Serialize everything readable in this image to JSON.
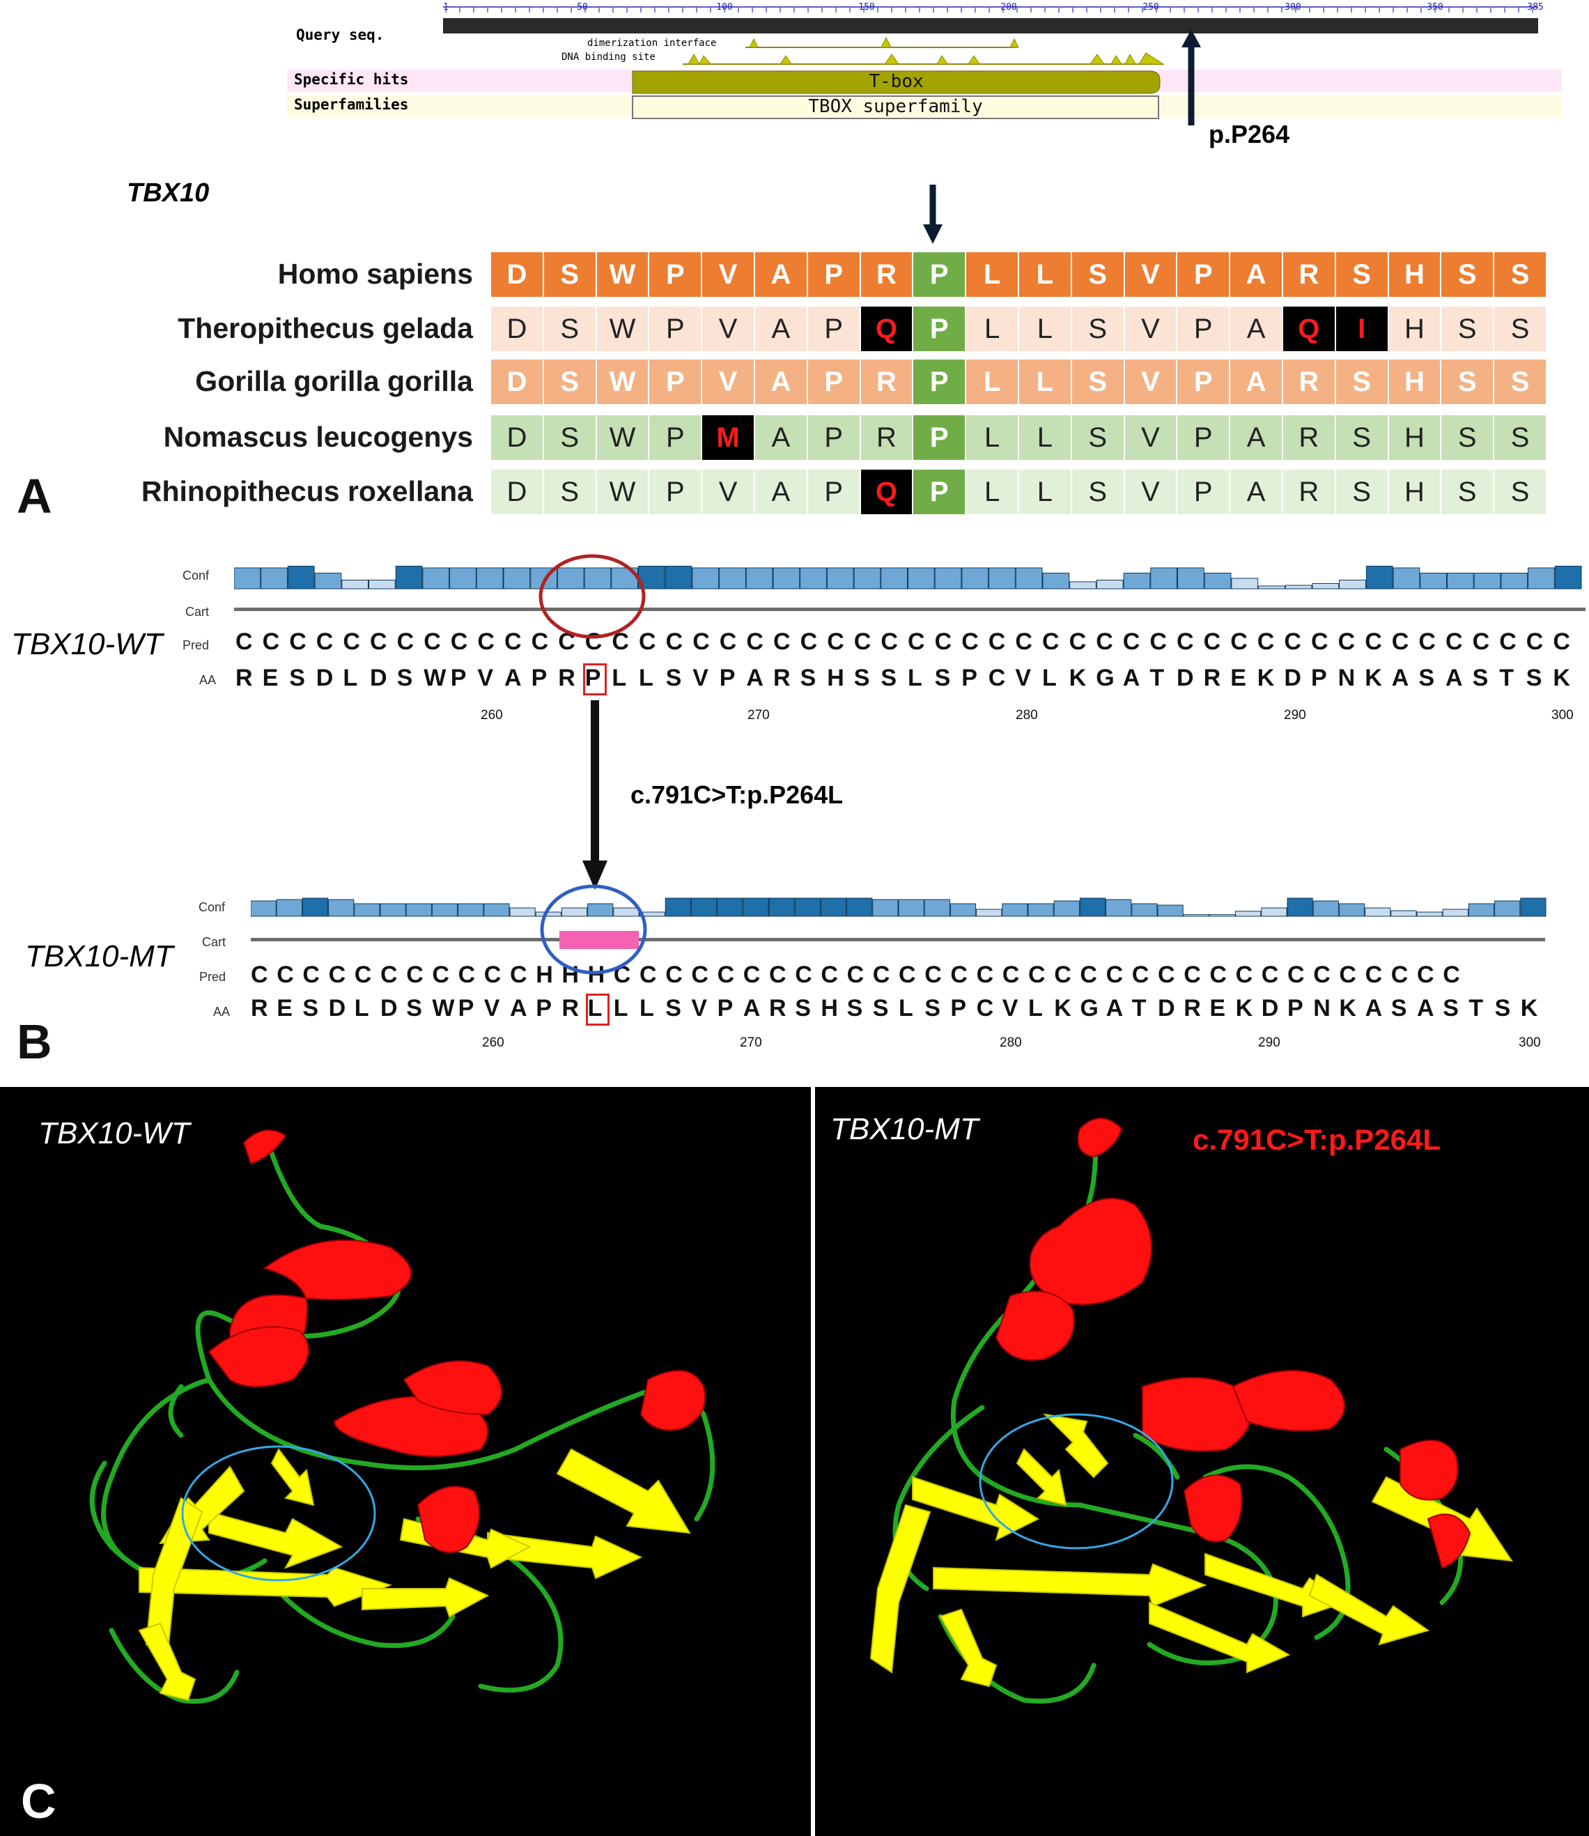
{
  "panel_a": {
    "ruler_ticks": [
      "1",
      "50",
      "100",
      "150",
      "200",
      "250",
      "300",
      "350",
      "385"
    ],
    "tracks": {
      "query": "Query seq.",
      "specific": "Specific hits",
      "super": "Superfamilies"
    },
    "features": {
      "dimer": "dimerization interface",
      "dna": "DNA binding site",
      "tbox": "T-box",
      "tbox_super": "TBOX superfamily"
    },
    "position_label": "p.P264",
    "gene": "TBX10",
    "species": [
      {
        "name": "Homo sapiens",
        "seq": [
          "D",
          "S",
          "W",
          "P",
          "V",
          "A",
          "P",
          "R",
          "P",
          "L",
          "L",
          "S",
          "V",
          "P",
          "A",
          "R",
          "S",
          "H",
          "S",
          "S"
        ]
      },
      {
        "name": "Theropithecus gelada",
        "seq": [
          "D",
          "S",
          "W",
          "P",
          "V",
          "A",
          "P",
          "Q",
          "P",
          "L",
          "L",
          "S",
          "V",
          "P",
          "A",
          "Q",
          "I",
          "H",
          "S",
          "S"
        ]
      },
      {
        "name": "Gorilla gorilla gorilla",
        "seq": [
          "D",
          "S",
          "W",
          "P",
          "V",
          "A",
          "P",
          "R",
          "P",
          "L",
          "L",
          "S",
          "V",
          "P",
          "A",
          "R",
          "S",
          "H",
          "S",
          "S"
        ]
      },
      {
        "name": "Nomascus leucogenys",
        "seq": [
          "D",
          "S",
          "W",
          "P",
          "M",
          "A",
          "P",
          "R",
          "P",
          "L",
          "L",
          "S",
          "V",
          "P",
          "A",
          "R",
          "S",
          "H",
          "S",
          "S"
        ]
      },
      {
        "name": "Rhinopithecus roxellana",
        "seq": [
          "D",
          "S",
          "W",
          "P",
          "V",
          "A",
          "P",
          "Q",
          "P",
          "L",
          "L",
          "S",
          "V",
          "P",
          "A",
          "R",
          "S",
          "H",
          "S",
          "S"
        ]
      }
    ],
    "letter": "A"
  },
  "panel_b": {
    "wt_label": "TBX10-WT",
    "mt_label": "TBX10-MT",
    "conf": "Conf",
    "cart": "Cart",
    "pred": "Pred",
    "aa": "AA",
    "wt_pred": "CCCCCCCCCCCCCCCCCCCCCCCCCCCCCCCCCCCCCCCCCCCCCCCCCC",
    "mt_pred": "CCCCCCCCCCCHHHCCCCCCCCCCCCCCCCCCCCCCCCCCCCCCCCC",
    "wt_aa": "RESDLDSWPVAPRPLLSVPARSHSSLSPCVLKGATDREKDPNKASASTSK",
    "mt_aa": "RESDLDSWPVAPRLLLSVPARSHSSLSPCVLKGATDREKDPNKASASTSK",
    "ticks": [
      "260",
      "270",
      "280",
      "290",
      "300"
    ],
    "mutation": "c.791C>T:p.P264L",
    "letter": "B"
  },
  "panel_c": {
    "wt_label": "TBX10-WT",
    "mt_label": "TBX10-MT",
    "mutation": "c.791C>T:p.P264L",
    "letter": "C"
  },
  "colors": {
    "orange": "#ED7D31",
    "light_orange": "#FBE3D6",
    "mid_orange": "#F4B183",
    "green_dark": "#70AD47",
    "green_mid": "#C5E0B4",
    "green_light": "#E2F0D9",
    "helix": "#FF0000",
    "sheet": "#FFFF00",
    "coil": "#22AA22"
  }
}
